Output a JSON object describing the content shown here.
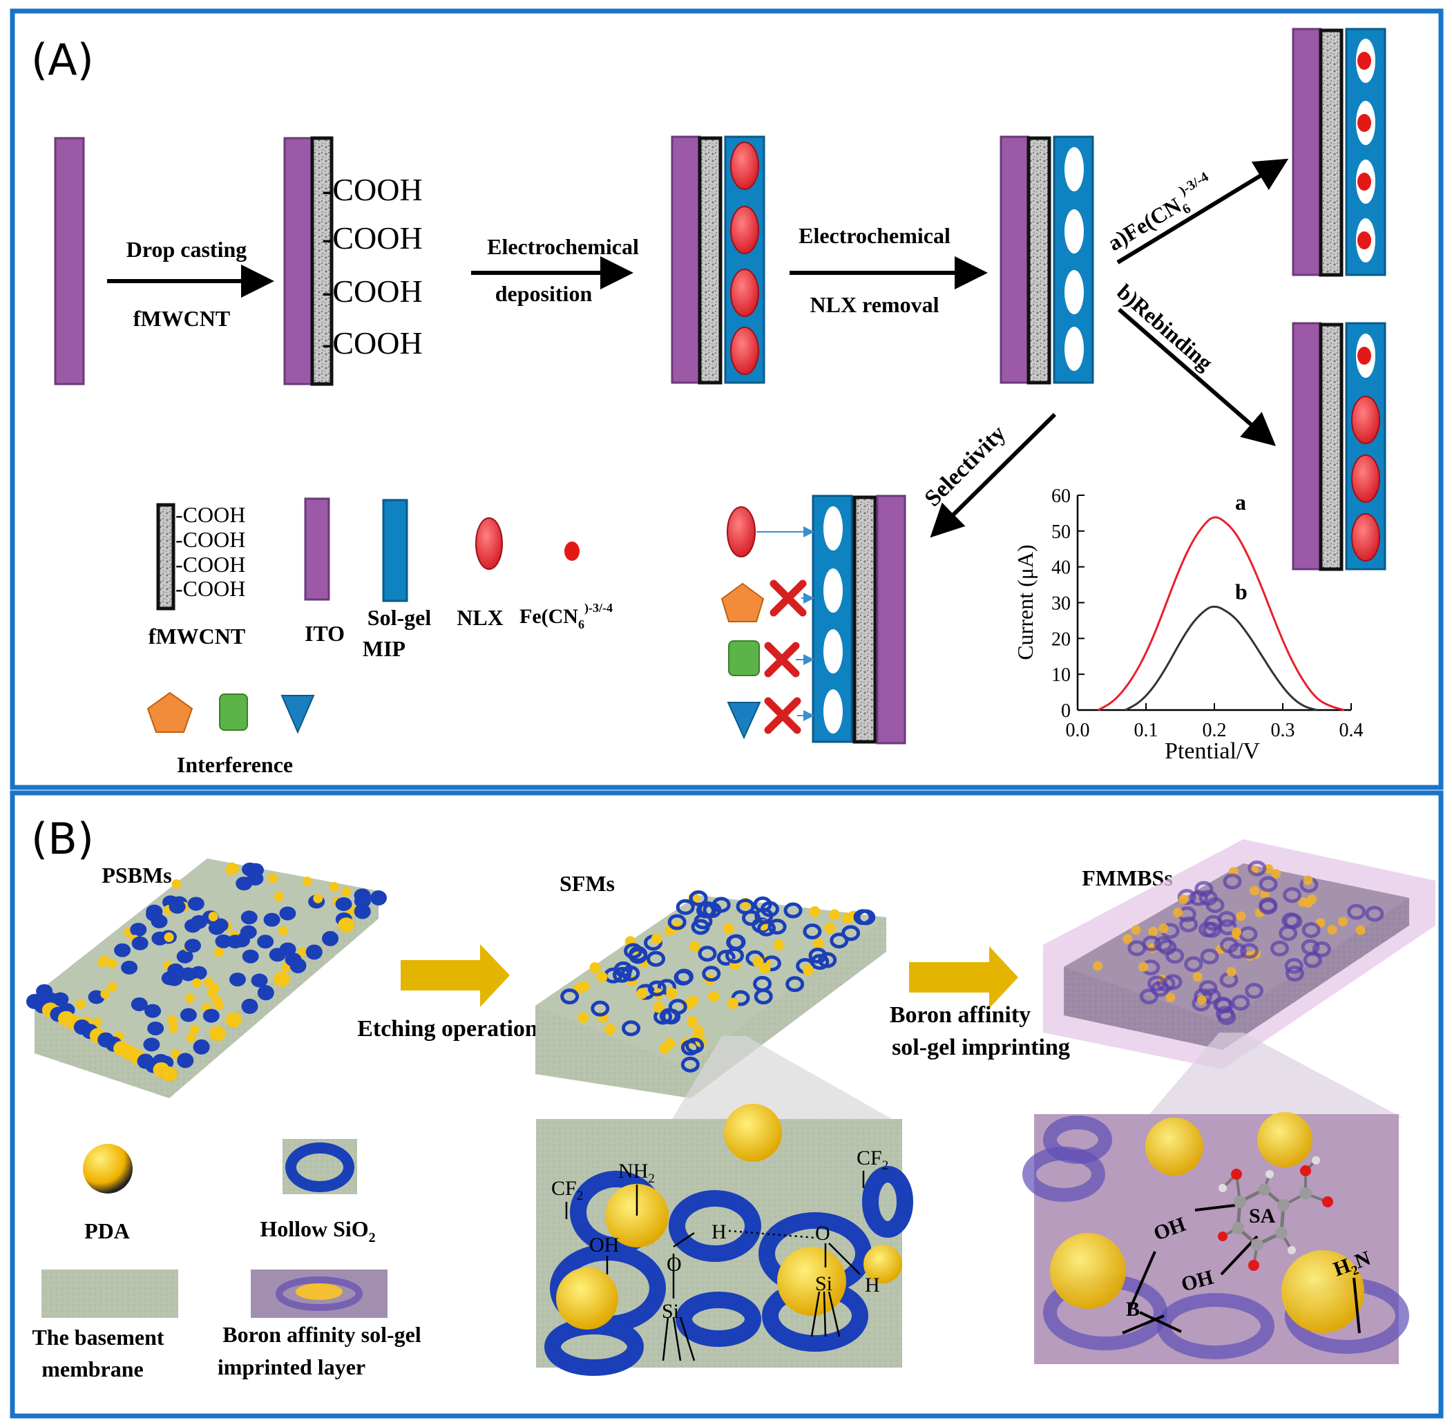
{
  "panel_a": {
    "letter": "(A)",
    "step1": {
      "line1": "Drop casting",
      "line2": "fMWCNT"
    },
    "step2": {
      "line1": "Electrochemical",
      "line2": "deposition"
    },
    "step3": {
      "line1": "Electrochemical",
      "line2": "NLX removal"
    },
    "cooh": "COOH",
    "cooh_label": "-COOH",
    "branch_a": "a)Fe(CN₆)⁻³ᐟ⁴",
    "branch_a_text": "a)Fe(CN",
    "branch_a_sub": "6",
    "branch_a_sup": ")-3/-4",
    "branch_b": "b)Rebinding",
    "selectivity": "Selectivity",
    "legend": {
      "fmwcnt": "fMWCNT",
      "ito": "ITO",
      "solgel_line1": "Sol-gel",
      "solgel_line2": "MIP",
      "nlx": "NLX",
      "fecn_text": "Fe(CN",
      "fecn_sub": "6",
      "fecn_sup": ")-3/-4",
      "interference": "Interference"
    },
    "colors": {
      "ito": "#9b59a8",
      "mip": "#0f82c2",
      "nlx": "#e5323a",
      "pentagon": "#f28c3a",
      "square": "#5cb348",
      "triangle": "#1a7fc0",
      "cross": "#d62020"
    }
  },
  "chart_data": {
    "type": "line",
    "xlabel": "Ptential/V",
    "ylabel": "Current (μA)",
    "xlim": [
      0.0,
      0.4
    ],
    "ylim": [
      0,
      60
    ],
    "xticks": [
      "0.0",
      "0.1",
      "0.2",
      "0.3",
      "0.4"
    ],
    "yticks": [
      "0",
      "10",
      "20",
      "30",
      "40",
      "50",
      "60"
    ],
    "series": [
      {
        "name": "a",
        "color": "#e8202a",
        "x": [
          0.03,
          0.05,
          0.07,
          0.09,
          0.11,
          0.13,
          0.15,
          0.17,
          0.19,
          0.2,
          0.21,
          0.23,
          0.25,
          0.27,
          0.29,
          0.31,
          0.33,
          0.35,
          0.37,
          0.39
        ],
        "y": [
          0,
          2,
          6,
          12,
          20,
          30,
          40,
          48,
          53,
          54,
          53.5,
          50,
          43,
          34,
          24,
          15,
          8,
          3,
          1,
          0
        ]
      },
      {
        "name": "b",
        "color": "#333333",
        "x": [
          0.07,
          0.09,
          0.11,
          0.13,
          0.15,
          0.17,
          0.19,
          0.2,
          0.21,
          0.23,
          0.25,
          0.27,
          0.29,
          0.31,
          0.33,
          0.35
        ],
        "y": [
          0,
          2,
          6,
          12,
          19,
          25,
          28.5,
          29,
          28.5,
          26,
          21,
          15,
          9,
          4,
          1,
          0
        ]
      }
    ]
  },
  "panel_b": {
    "letter": "(B)",
    "psbms": "PSBMs",
    "sfms": "SFMs",
    "fmmbss": "FMMBSs",
    "etching": "Etching operation",
    "boron_line1": "Boron affinity",
    "boron_line2": "sol-gel imprinting",
    "legend": {
      "pda": "PDA",
      "hollow": "Hollow SiO",
      "hollow_sub": "2",
      "basement_line1": "The basement",
      "basement_line2": "membrane",
      "imprinted_line1": "Boron affinity sol-gel",
      "imprinted_line2": "imprinted layer"
    },
    "zoom1": {
      "nh2": "NH",
      "nh2_sub": "2",
      "cf2": "CF",
      "cf2_sub": "2",
      "oh": "OH",
      "h": "H",
      "o": "O",
      "si": "Si"
    },
    "zoom2": {
      "oh": "OH",
      "b": "B",
      "sa": "SA",
      "h2n": "H",
      "h2n_sub": "2",
      "h2n_end": "N"
    },
    "colors": {
      "membrane": "#b9c4ad",
      "pda": "#f5c518",
      "sio2": "#1a3fb8",
      "imprint": "#c79acb",
      "border": "#1a73c9"
    }
  }
}
